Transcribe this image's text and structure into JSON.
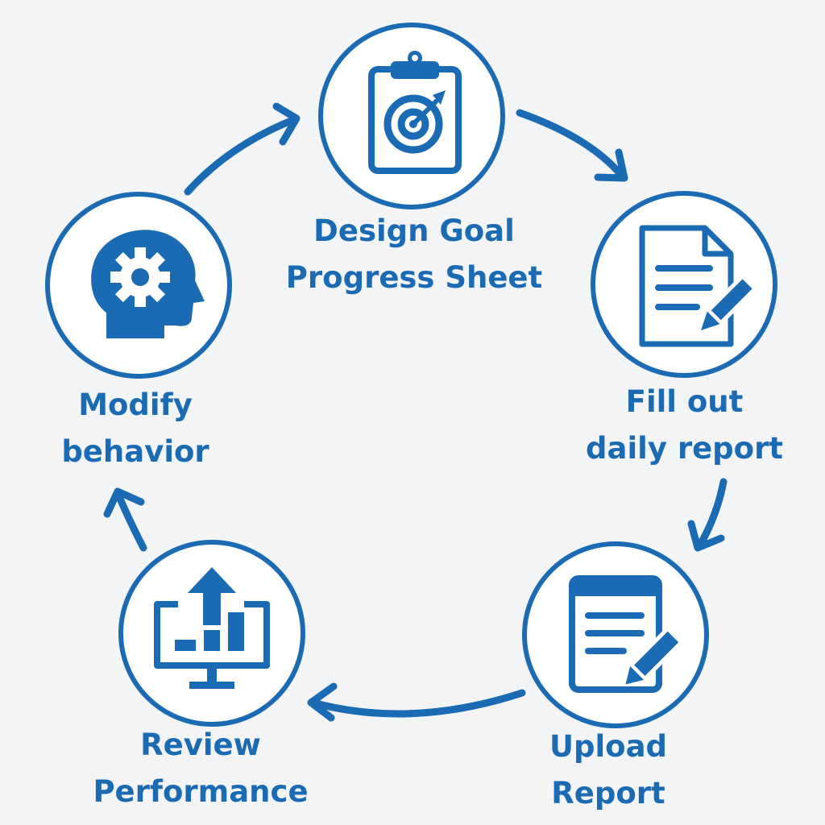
{
  "theme": {
    "accent_color": "#1a6bb3",
    "background_color": "#f3f4f6"
  },
  "steps": [
    {
      "id": "design",
      "icon": "clipboard-target-icon",
      "lines": [
        "Design Goal",
        "Progress Sheet"
      ]
    },
    {
      "id": "fill",
      "icon": "document-pencil-icon",
      "lines": [
        "Fill out",
        "daily report"
      ]
    },
    {
      "id": "upload",
      "icon": "notepad-pen-icon",
      "lines": [
        "Upload",
        "Report"
      ]
    },
    {
      "id": "review",
      "icon": "monitor-upload-chart-icon",
      "lines": [
        "Review",
        "Performance"
      ]
    },
    {
      "id": "modify",
      "icon": "head-gear-icon",
      "lines": [
        "Modify",
        "behavior"
      ]
    }
  ],
  "flow": "cycle-clockwise"
}
